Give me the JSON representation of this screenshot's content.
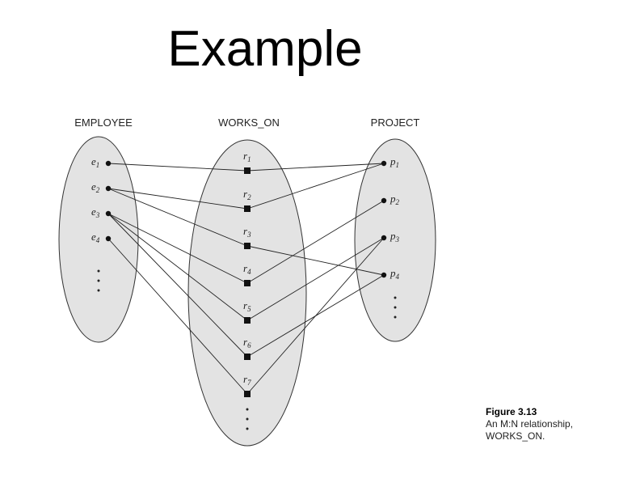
{
  "title": "Example",
  "sets": {
    "employee": {
      "label": "EMPLOYEE",
      "items": [
        {
          "base": "e",
          "sub": "1"
        },
        {
          "base": "e",
          "sub": "2"
        },
        {
          "base": "e",
          "sub": "3"
        },
        {
          "base": "e",
          "sub": "4"
        }
      ]
    },
    "works_on": {
      "label": "WORKS_ON",
      "items": [
        {
          "base": "r",
          "sub": "1"
        },
        {
          "base": "r",
          "sub": "2"
        },
        {
          "base": "r",
          "sub": "3"
        },
        {
          "base": "r",
          "sub": "4"
        },
        {
          "base": "r",
          "sub": "5"
        },
        {
          "base": "r",
          "sub": "6"
        },
        {
          "base": "r",
          "sub": "7"
        }
      ]
    },
    "project": {
      "label": "PROJECT",
      "items": [
        {
          "base": "p",
          "sub": "1"
        },
        {
          "base": "p",
          "sub": "2"
        },
        {
          "base": "p",
          "sub": "3"
        },
        {
          "base": "p",
          "sub": "4"
        }
      ]
    }
  },
  "relationships": [
    {
      "r": "r1",
      "e": "e1",
      "p": "p1"
    },
    {
      "r": "r2",
      "e": "e2",
      "p": "p1"
    },
    {
      "r": "r3",
      "e": "e2",
      "p": "p4"
    },
    {
      "r": "r4",
      "e": "e3",
      "p": "p2"
    },
    {
      "r": "r5",
      "e": "e3",
      "p": "p3"
    },
    {
      "r": "r6",
      "e": "e3",
      "p": "p4"
    },
    {
      "r": "r7",
      "e": "e4",
      "p": "p3"
    }
  ],
  "caption": {
    "label": "Figure 3.13",
    "text": "An M:N relationship, WORKS_ON."
  }
}
